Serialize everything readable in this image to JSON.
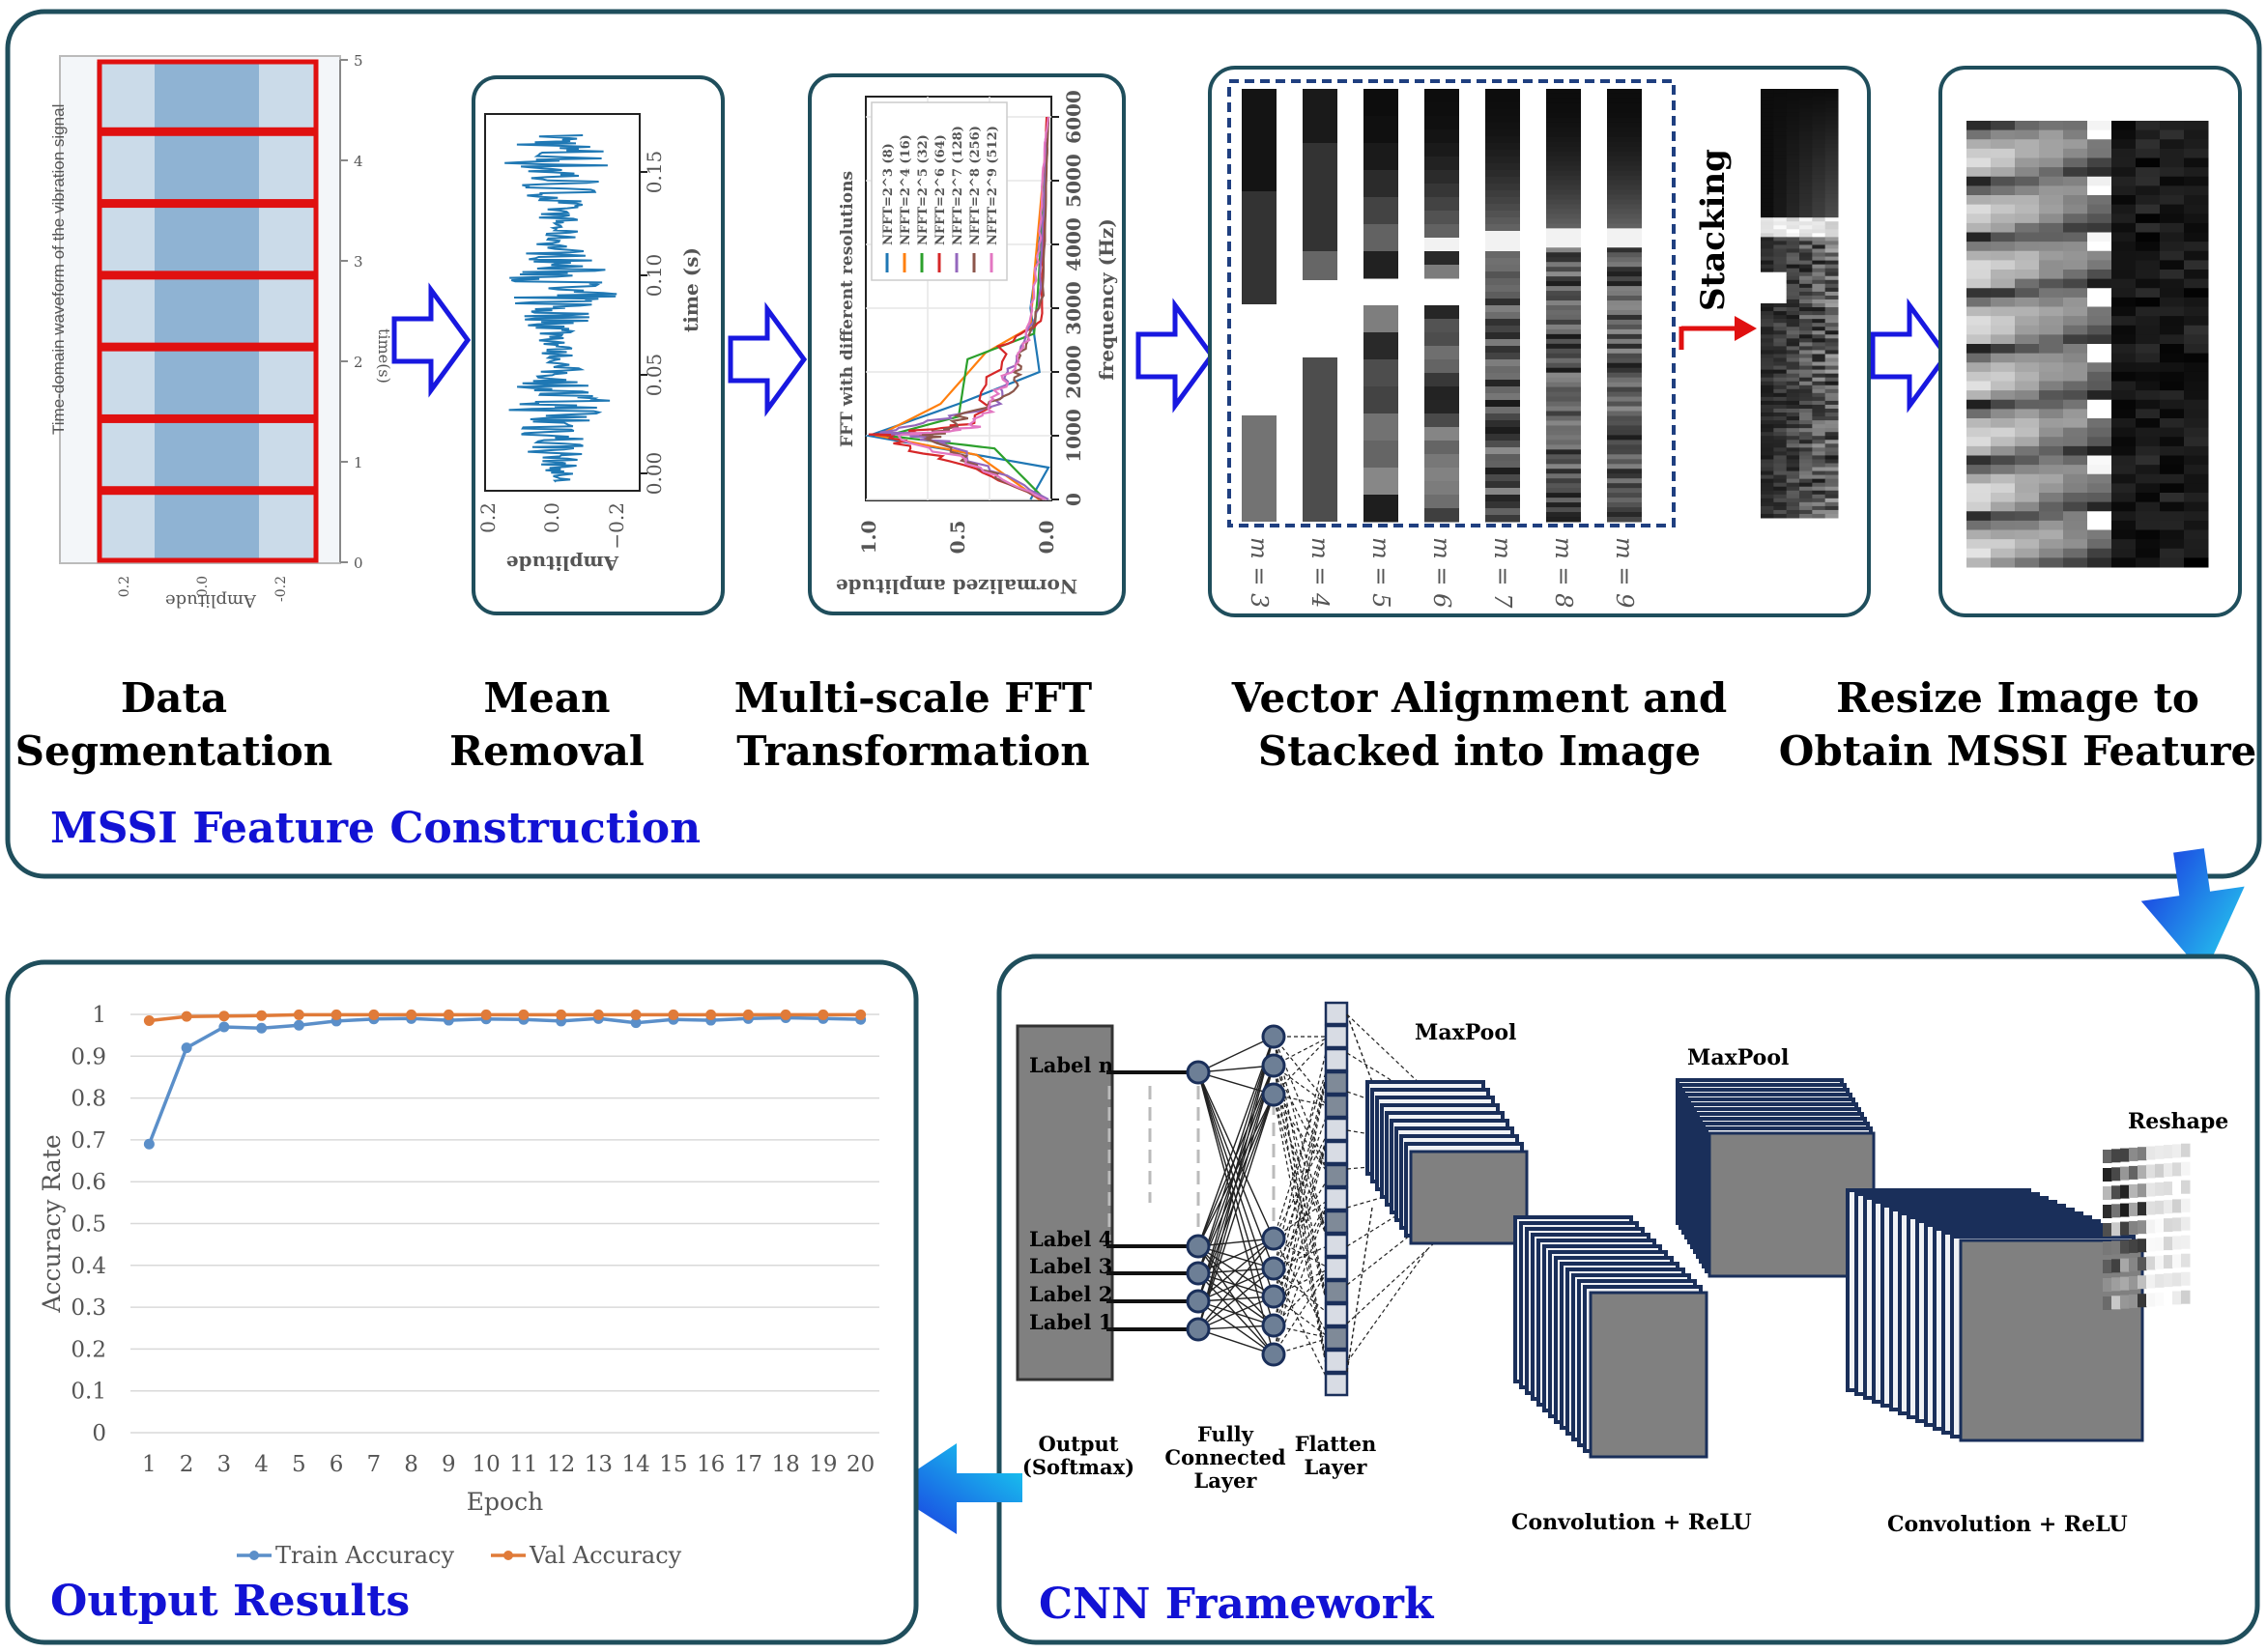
{
  "colors": {
    "panel_border": "#1f4e5c",
    "section_title": "#1212d4",
    "arrow_blue": "#1818e0",
    "arrow_red": "#e01010",
    "train": "#5b8fc9",
    "val": "#e07b39",
    "waveform": "#1f78b4",
    "layer_dark": "#1a2f5a",
    "layer_gray": "#7f7f7f"
  },
  "top": {
    "title": "MSSI Feature Construction",
    "steps": [
      {
        "line1": "Data",
        "line2": "Segmentation"
      },
      {
        "line1": "Mean",
        "line2": "Removal"
      },
      {
        "line1": "Multi-scale FFT",
        "line2": "Transformation"
      },
      {
        "line1": "Vector Alignment and",
        "line2": "Stacked into Image"
      },
      {
        "line1": "Resize Image to",
        "line2": "Obtain MSSI Feature"
      }
    ],
    "segmentation_plot": {
      "ylabel": "Time-domain waveform of the vibration signal",
      "xlabel": "Amplitude",
      "time_label": "time(s)",
      "time_ticks": [
        "0",
        "1",
        "2",
        "3",
        "4",
        "5"
      ],
      "amp_ticks": [
        "0.2",
        "0.0",
        "-0.2"
      ]
    },
    "mean_plot": {
      "xlabel": "Amplitude",
      "ylabel": "time (s)",
      "time_ticks": [
        "0.00",
        "0.05",
        "0.10",
        "0.15"
      ],
      "amp_ticks": [
        "0.2",
        "0.0",
        "−0.2"
      ]
    },
    "fft_plot": {
      "xlabel": "Normalized amplitude",
      "ylabel": "frequency (Hz)",
      "legend_title": "FFT with different resolutions",
      "freq_ticks": [
        "0",
        "1000",
        "2000",
        "3000",
        "4000",
        "5000",
        "6000"
      ],
      "amp_ticks": [
        "1.0",
        "0.5",
        "0.0"
      ],
      "legend": [
        {
          "label": "NFFT=2^3 (8)",
          "color": "#1f77b4"
        },
        {
          "label": "NFFT=2^4 (16)",
          "color": "#ff7f0e"
        },
        {
          "label": "NFFT=2^5 (32)",
          "color": "#2ca02c"
        },
        {
          "label": "NFFT=2^6 (64)",
          "color": "#d62728"
        },
        {
          "label": "NFFT=2^7 (128)",
          "color": "#9467bd"
        },
        {
          "label": "NFFT=2^8 (256)",
          "color": "#8c564b"
        },
        {
          "label": "NFFT=2^9 (512)",
          "color": "#e377c2"
        }
      ]
    },
    "alignment": {
      "m_labels": [
        "m = 3",
        "m = 4",
        "m = 5",
        "m = 6",
        "m = 7",
        "m = 8",
        "m = 9"
      ],
      "stacking_label": "Stacking"
    }
  },
  "cnn": {
    "title": "CNN Framework",
    "output_labels": [
      "Label n",
      "Label 4",
      "Label 3",
      "Label 2",
      "Label 1"
    ],
    "output_caption": [
      "Output",
      "(Softmax)"
    ],
    "fc_caption": [
      "Fully",
      "Connected",
      "Layer"
    ],
    "flatten_caption": [
      "Flatten",
      "Layer"
    ],
    "maxpool1": "MaxPool",
    "maxpool2": "MaxPool",
    "conv1": "Convolution + ReLU",
    "conv2": "Convolution + ReLU",
    "reshape": "Reshape"
  },
  "results": {
    "title": "Output Results"
  },
  "chart_data": {
    "type": "line",
    "xlabel": "Epoch",
    "ylabel": "Accuracy Rate",
    "ylim": [
      0,
      1
    ],
    "yticks": [
      "0",
      "0.1",
      "0.2",
      "0.3",
      "0.4",
      "0.5",
      "0.6",
      "0.7",
      "0.8",
      "0.9",
      "1"
    ],
    "x": [
      1,
      2,
      3,
      4,
      5,
      6,
      7,
      8,
      9,
      10,
      11,
      12,
      13,
      14,
      15,
      16,
      17,
      18,
      19,
      20
    ],
    "grid": true,
    "legend_position": "bottom",
    "series": [
      {
        "name": "Train Accuracy",
        "color": "#5b8fc9",
        "values": [
          0.69,
          0.92,
          0.97,
          0.967,
          0.974,
          0.984,
          0.989,
          0.99,
          0.986,
          0.989,
          0.988,
          0.984,
          0.99,
          0.98,
          0.988,
          0.986,
          0.99,
          0.992,
          0.99,
          0.988
        ]
      },
      {
        "name": "Val Accuracy",
        "color": "#e07b39",
        "values": [
          0.985,
          0.995,
          0.996,
          0.997,
          0.999,
          0.999,
          0.999,
          0.999,
          0.999,
          0.999,
          0.999,
          0.999,
          0.999,
          0.999,
          0.999,
          0.999,
          0.999,
          0.999,
          0.999,
          0.999
        ]
      }
    ]
  }
}
